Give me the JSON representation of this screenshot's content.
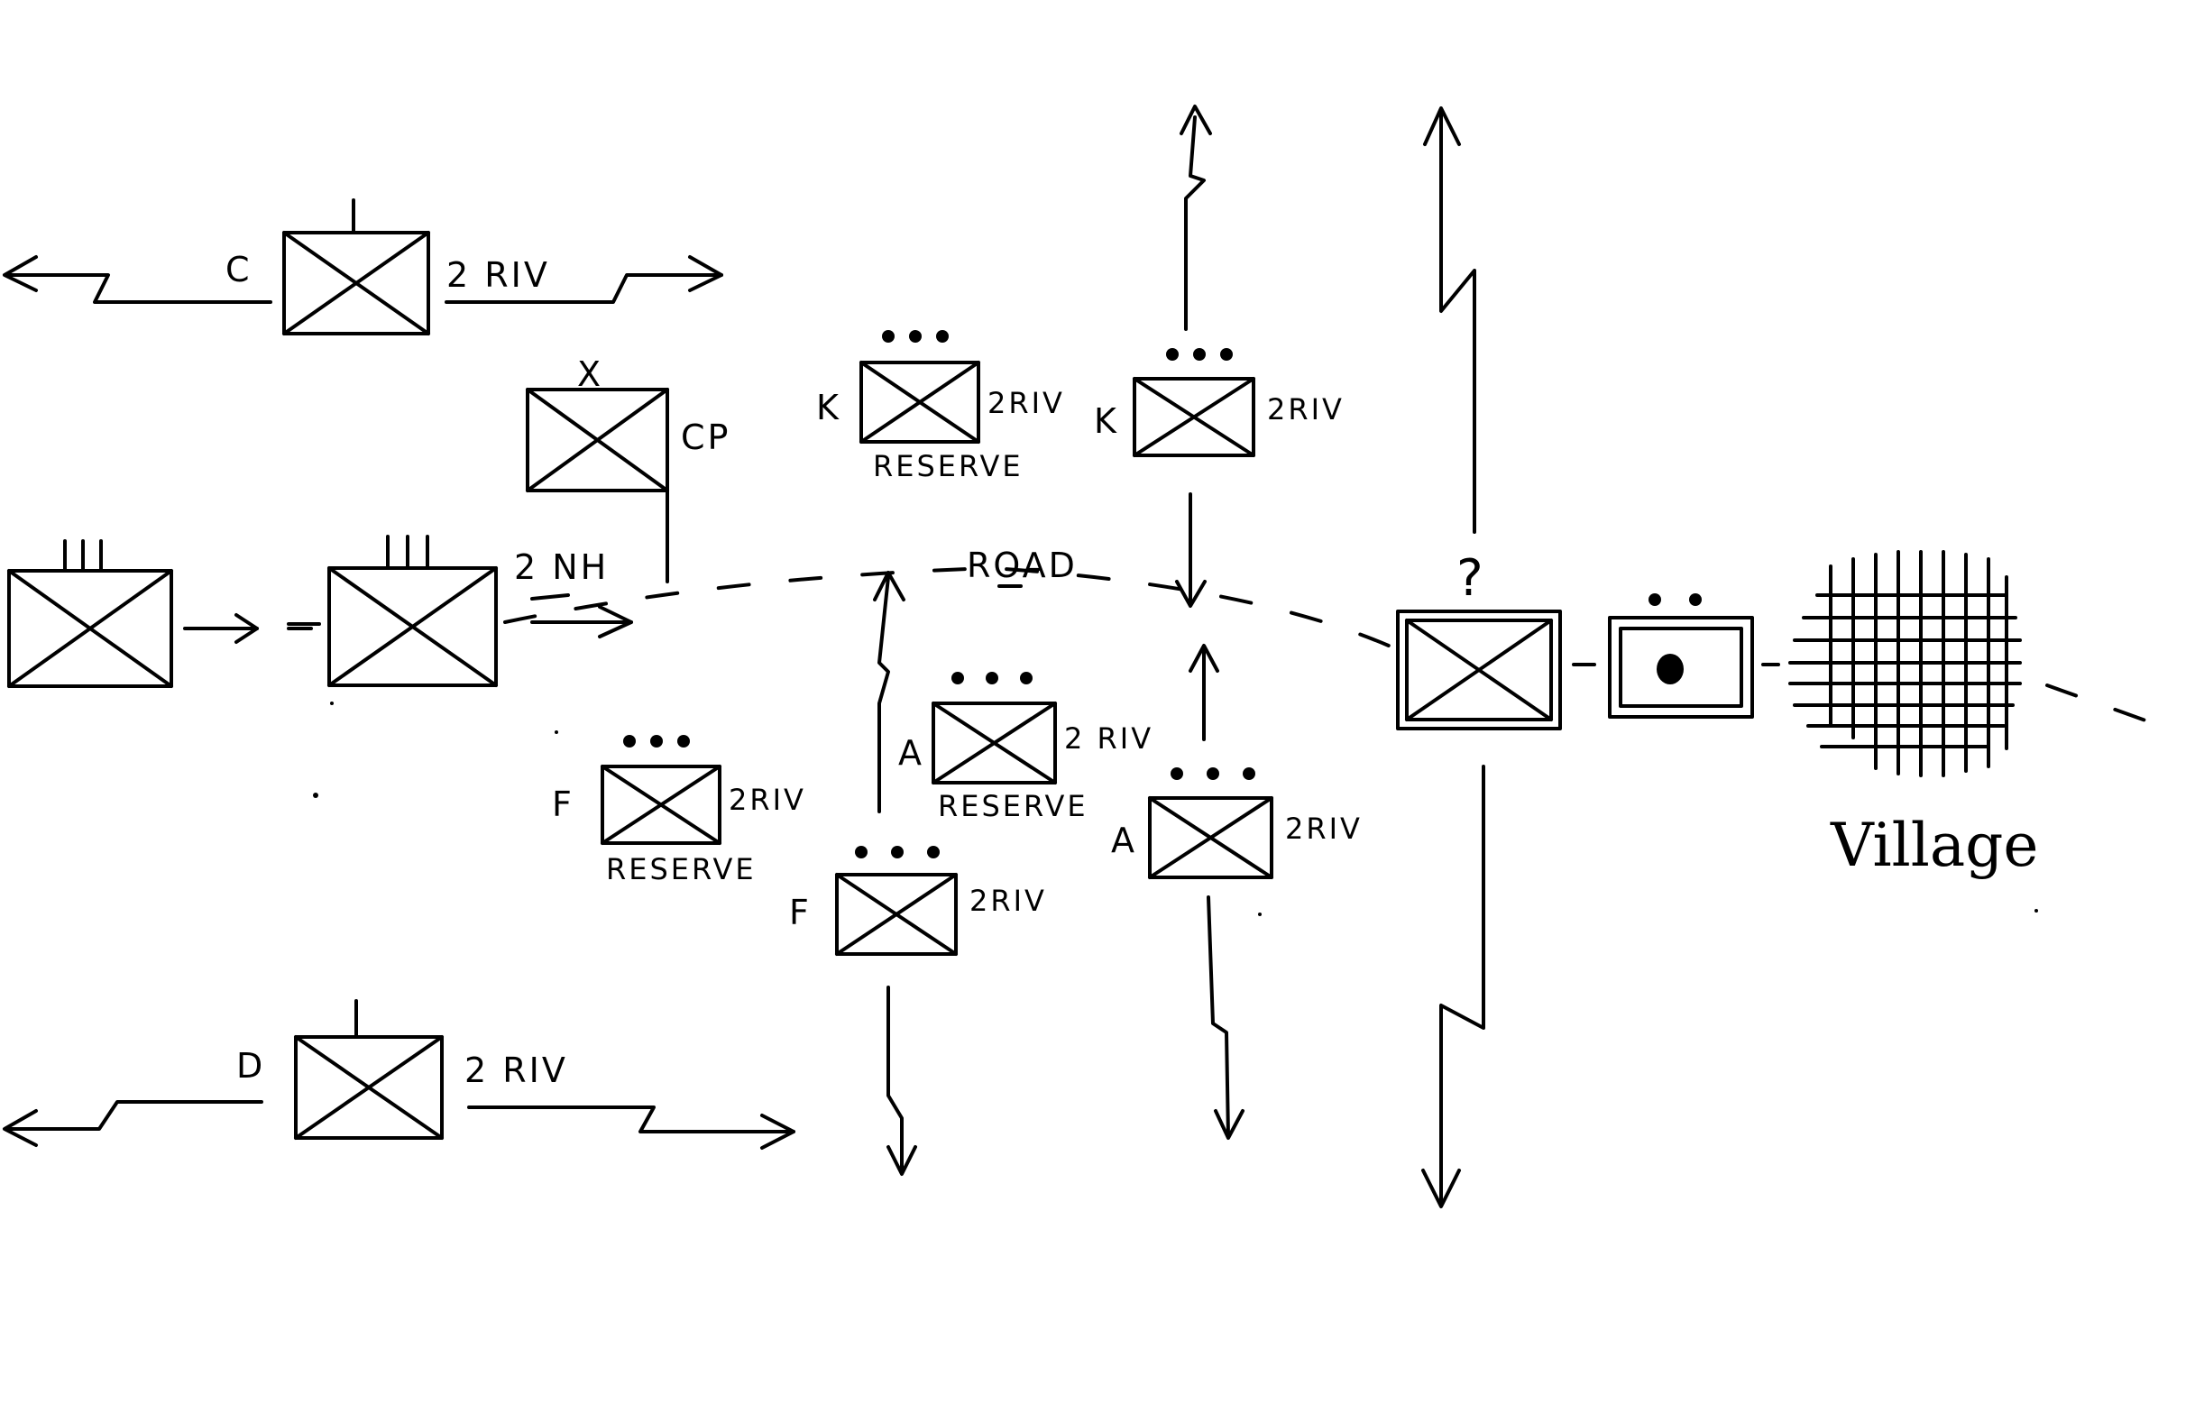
{
  "labels": {
    "c": "C",
    "c_riv": "2 RIV",
    "x_mark": "X",
    "cp": "CP",
    "nh": "2 NH",
    "k1": "K",
    "k1_riv": "2RIV",
    "k1_reserve": "RESERVE",
    "k2": "K",
    "k2_riv": "2RIV",
    "road": "ROAD",
    "question": "?",
    "f1": "F",
    "f1_riv": "2RIV",
    "f1_reserve": "RESERVE",
    "a1": "A",
    "a1_riv": "2 RIV",
    "a1_reserve": "RESERVE",
    "f2": "F",
    "f2_riv": "2RIV",
    "a2": "A",
    "a2_riv": "2RIV",
    "d": "D",
    "d_riv": "2 RIV",
    "village": "Village"
  }
}
